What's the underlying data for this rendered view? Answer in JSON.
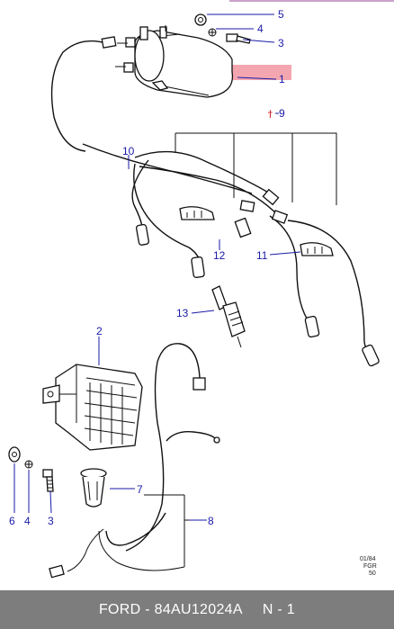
{
  "footer": {
    "brand_part": "FORD - 84AU12024A",
    "page": "N - 1"
  },
  "diagram": {
    "colors": {
      "label": "#1a1aa8",
      "highlight": "#f4a6b0",
      "footer_bg": "#7d7d7d"
    },
    "callouts": {
      "c5_top": "5",
      "c4_top": "4",
      "c3_top": "3",
      "c1": "1",
      "c9": "9",
      "c10": "10",
      "c12": "12",
      "c11": "11",
      "c13": "13",
      "c2": "2",
      "c7": "7",
      "c8": "8",
      "c6_bottom": "6",
      "c4_bottom": "4",
      "c3_bottom": "3"
    },
    "drawing_code": {
      "line1": "01/84",
      "line2": "FGR",
      "line3": "50"
    }
  }
}
